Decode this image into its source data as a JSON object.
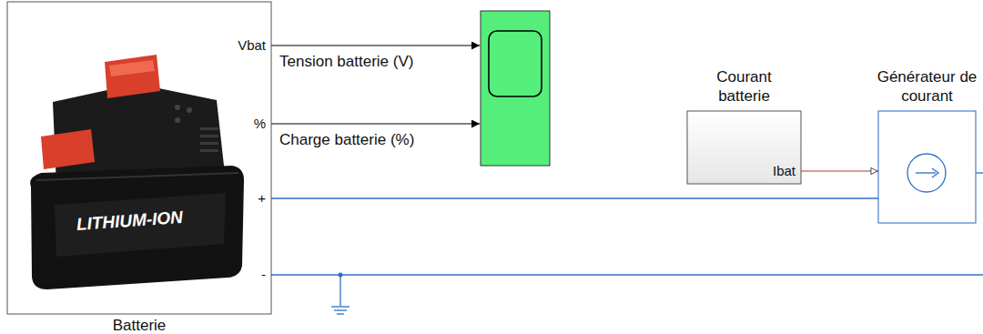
{
  "diagram": {
    "nodes": [
      {
        "text": [
          "Batterie",
          "Vbat",
          "%",
          "+",
          "-"
        ]
      },
      {
        "text": [
          "Courant batterie",
          "Ibat"
        ]
      },
      {
        "text": [
          "Générateur de courant"
        ]
      }
    ],
    "edges": [
      {
        "from": 0,
        "to": 2,
        "arrow": "none"
      },
      {
        "from": 1,
        "to": 2,
        "arrow": "to"
      }
    ],
    "labels": [
      "Tension batterie (V)",
      "Charge batterie (%)",
      "LITHIUM-ION"
    ]
  }
}
